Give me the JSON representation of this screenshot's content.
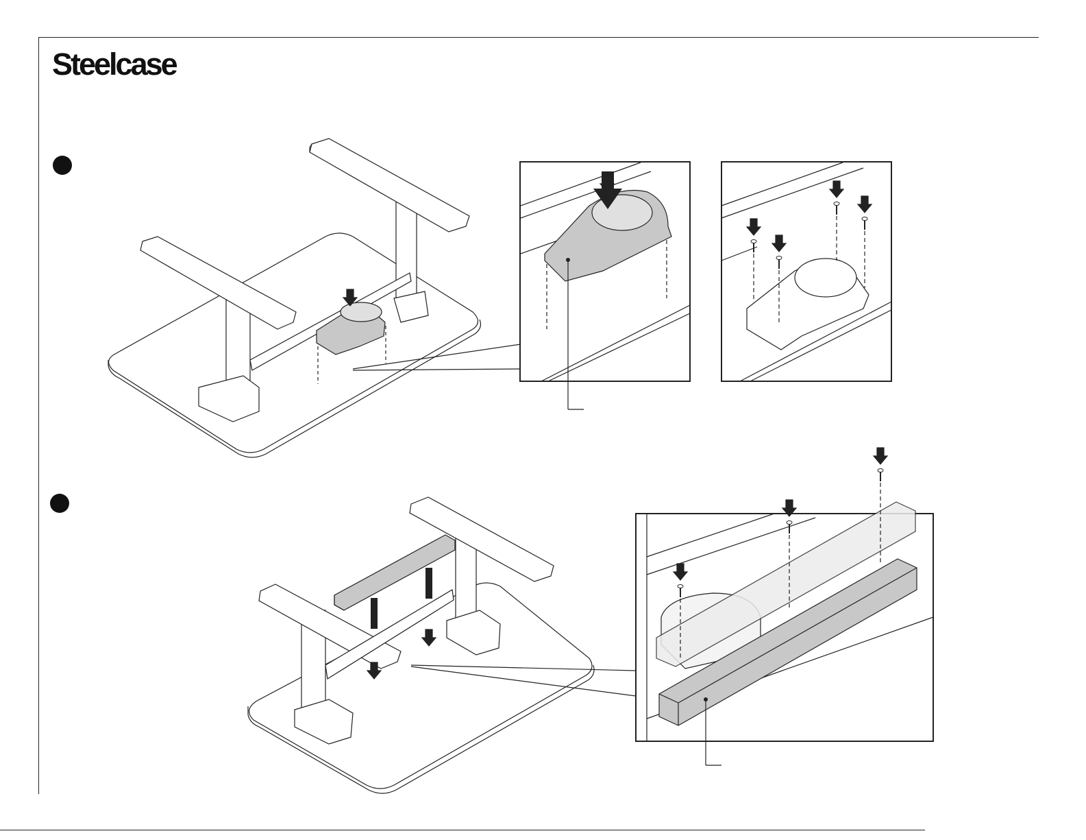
{
  "brand": {
    "logo_text": "Steelcase"
  },
  "colors": {
    "part_fill": "#c8c8c8",
    "line": "#222222",
    "dot": "#111111",
    "light_part": "#ececec"
  },
  "steps": [
    {
      "marker": "step-1-marker",
      "detail_views": 2
    },
    {
      "marker": "step-2-marker",
      "detail_views": 1
    }
  ],
  "icons": [
    "arrow-down-icon",
    "screw-icon"
  ]
}
